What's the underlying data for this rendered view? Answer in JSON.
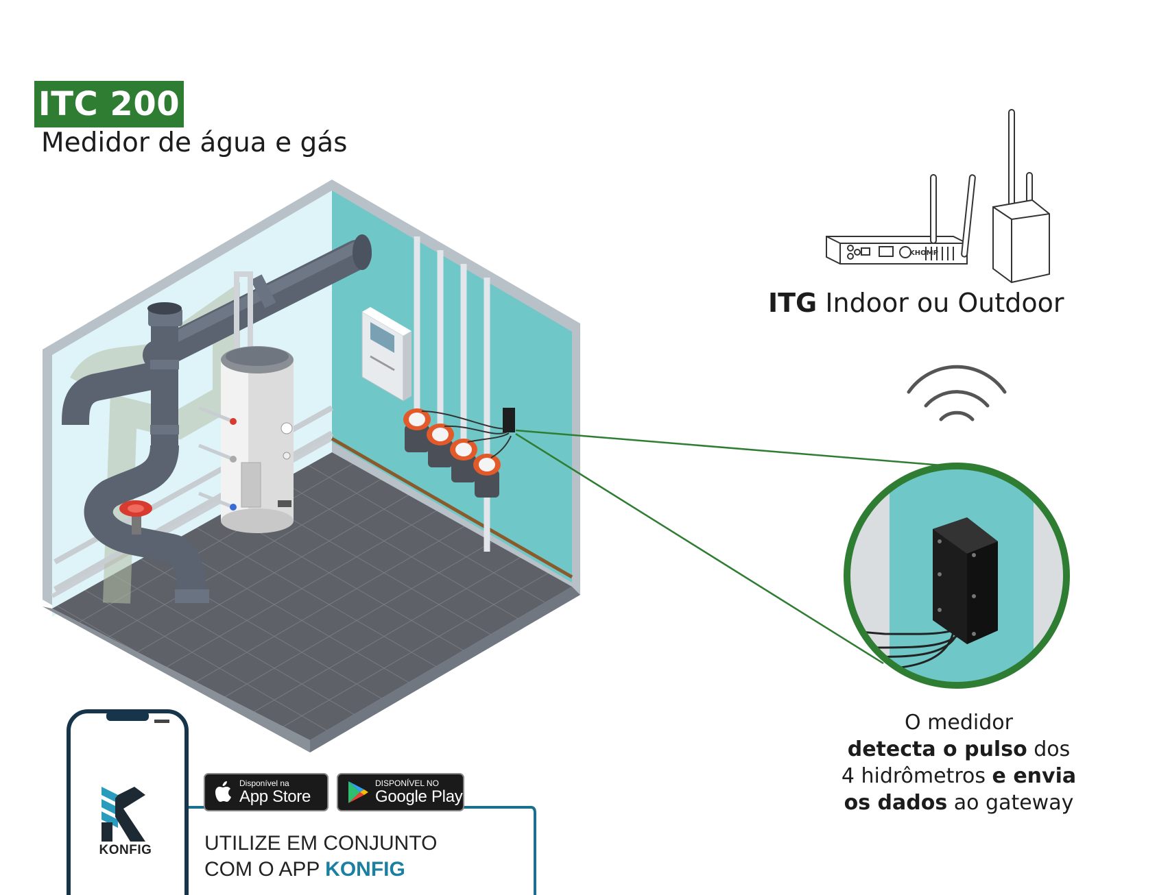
{
  "header": {
    "product_name": "ITC 200",
    "subtitle": "Medidor de água e gás"
  },
  "gateway": {
    "name_bold": "ITG",
    "name_rest": " Indoor ou Outdoor",
    "device_brand": "KHOMP"
  },
  "caption": {
    "line1": "O medidor",
    "line2_bold": "detecta o pulso",
    "line2_rest": " dos",
    "line3_rest": "4 hidrômetros ",
    "line3_bold": "e envia",
    "line4_bold": "os dados",
    "line4_rest": " ao gateway"
  },
  "app": {
    "logo_text": "KONFIG",
    "appstore_small": "Disponível na",
    "appstore_big": "App Store",
    "googleplay_small": "DISPONÍVEL NO",
    "googleplay_big": "Google Play",
    "text_line1": "UTILIZE EM CONJUNTO",
    "text_line2_prefix": "COM O APP ",
    "text_line2_brand": "KONFIG"
  },
  "colors": {
    "brand_green": "#2e7d32",
    "wall_teal": "#6fc7c7",
    "wall_light": "#dff4f8",
    "floor": "#5c6066",
    "pipe": "#646c78",
    "konfig_blue": "#1a7fa0"
  },
  "icons": [
    "wifi-signal-icon",
    "apple-icon",
    "google-play-icon",
    "konfig-logo-icon"
  ]
}
